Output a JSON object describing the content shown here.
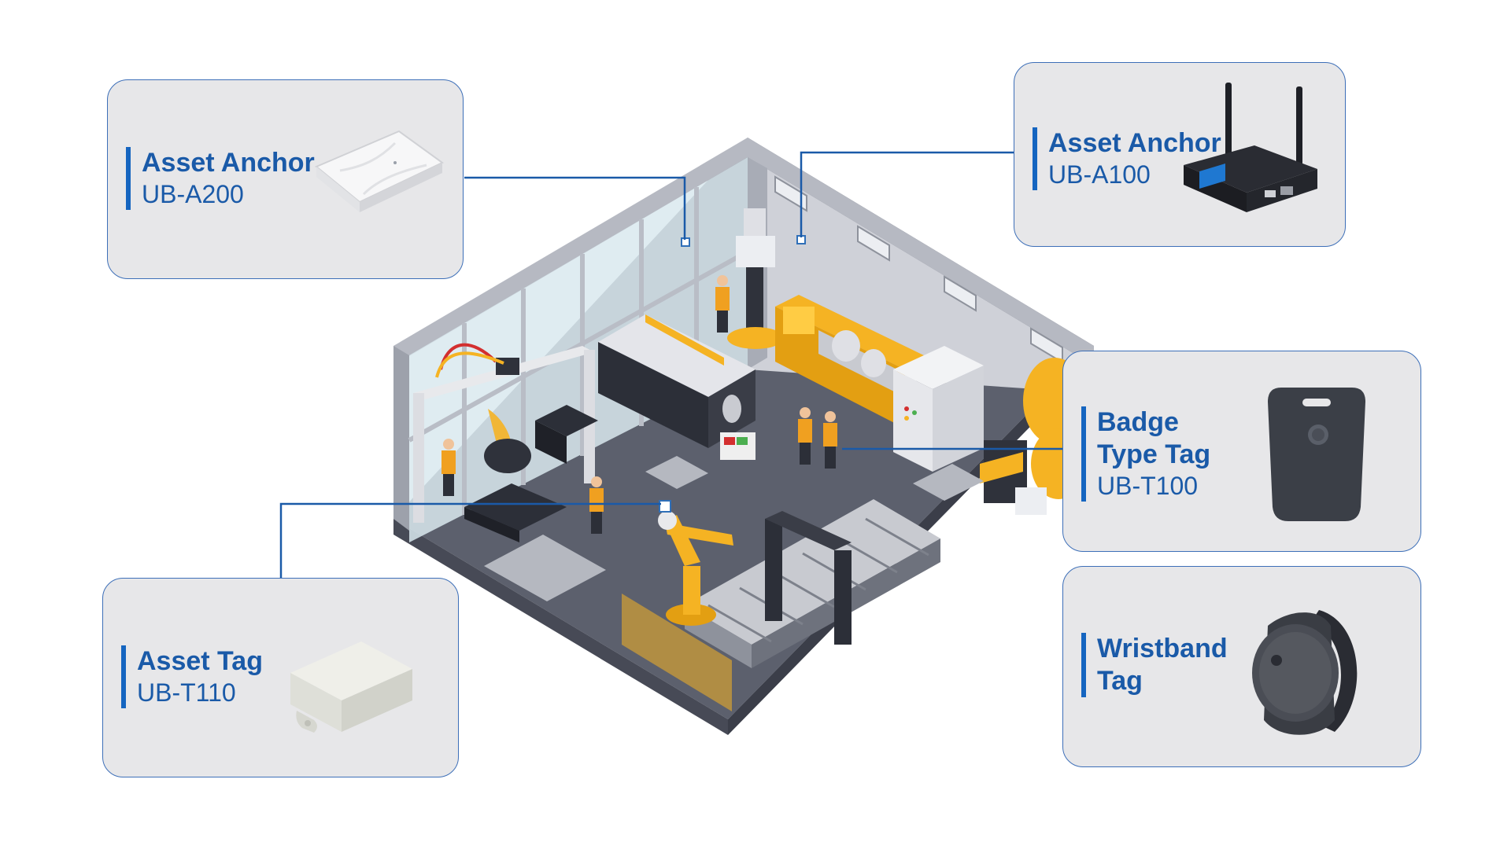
{
  "cards": {
    "anchor_a200": {
      "title": "Asset Anchor",
      "model": "UB-A200"
    },
    "anchor_a100": {
      "title": "Asset Anchor",
      "model": "UB-A100"
    },
    "badge_t100": {
      "title": "Badge\nType Tag",
      "model": "UB-T100"
    },
    "wristband": {
      "title": "Wristband\nTag"
    },
    "asset_t110": {
      "title": "Asset Tag",
      "model": "UB-T110"
    }
  },
  "colors": {
    "accent": "#1565c0",
    "card_bg": "#e7e7e9",
    "card_border": "#3d6fb8",
    "floor": "#5f6371",
    "wall": "#c4c6cd",
    "machine_yellow": "#f5b323",
    "worker_orange": "#f0a020"
  }
}
